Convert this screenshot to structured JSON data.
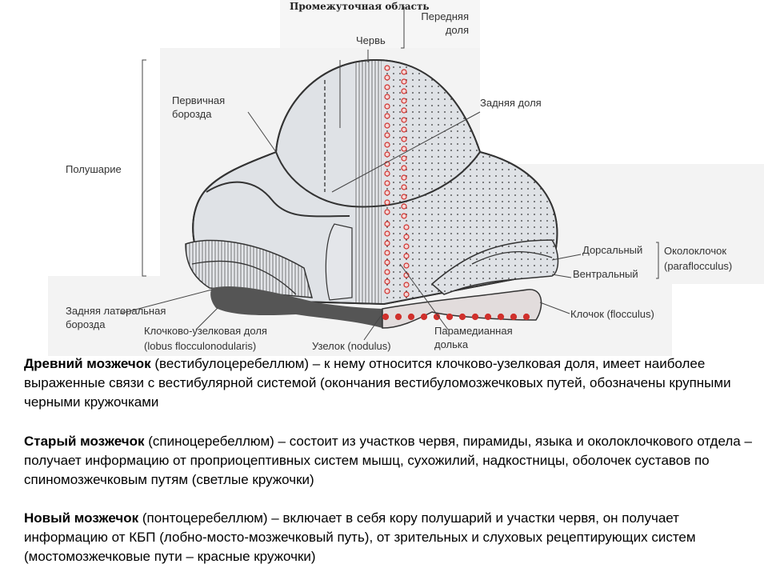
{
  "diagram": {
    "labels": {
      "intermediate_zone": "Промежуточная область",
      "anterior_lobe": "Передняя доля",
      "vermis": "Червь",
      "hemisphere": "Полушарие",
      "primary_fissure": "Первичная борозда",
      "posterior_lobe": "Задняя доля",
      "dorsal": "Дорсальный",
      "ventral": "Вентральный",
      "paraflocculus_ru": "Околоклочок",
      "paraflocculus_lat": "(paraflocculus)",
      "flocculus": "Клочок (flocculus)",
      "posterolateral_fissure": "Задняя латеральная борозда",
      "flocculonodular_lobe_ru": "Клочково-узелковая доля",
      "flocculonodular_lobe_lat": "(lobus flocculonodularis)",
      "nodulus": "Узелок (nodulus)",
      "paramedian_lobule": "Парамедианная долька"
    },
    "colors": {
      "fill": "#d9dde3",
      "red": "#d0302c",
      "dark": "#555555"
    }
  },
  "text": {
    "p1_bold": "Древний мозжечок",
    "p1_rest": " (вестибулоцеребеллюм) – к нему относится клочково-узелковая доля, имеет наиболее выраженные связи с вестибулярной системой (окончания вестибуломозжечковых путей, обозначены крупными черными кружочками",
    "p2_bold": "Старый мозжечок",
    "p2_rest": " (спиноцеребеллюм) – состоит из участков червя, пирамиды, языка и околоклочкового отдела – получает информацию от проприоцептивных систем мышц, сухожилий, надкостницы, оболочек суставов по спиномозжечковым путям (светлые кружочки)",
    "p3_bold": "Новый мозжечок",
    "p3_rest": " (понтоцеребеллюм) – включает в себя кору полушарий и участки червя, он получает информацию от КБП (лобно-мосто-мозжечковый путь), от зрительных и слуховых рецептирующих систем (мостомозжечковые пути – красные кружочки)"
  }
}
